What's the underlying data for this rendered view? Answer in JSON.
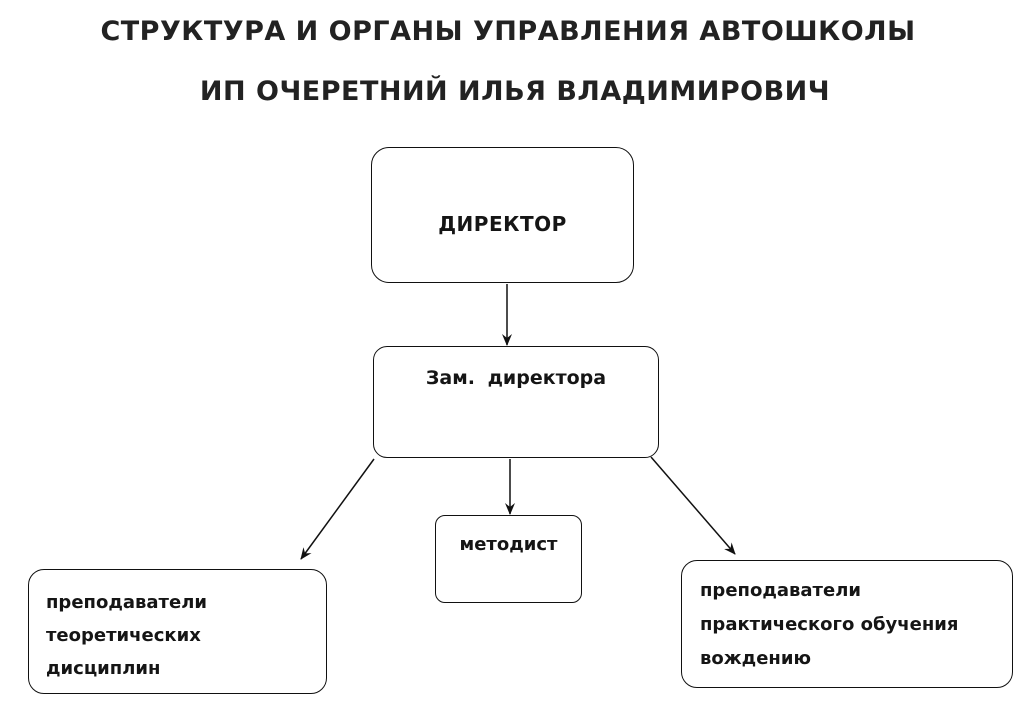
{
  "title": {
    "line1": "СТРУКТУРА И ОРГАНЫ УПРАВЛЕНИЯ АВТОШКОЛЫ",
    "line2": "ИП ОЧЕРЕТНИЙ ИЛЬЯ ВЛАДИМИРОВИЧ"
  },
  "nodes": {
    "director": "ДИРЕКТОР",
    "deputy": "Зам. директора",
    "methodist": "методист",
    "theory_teachers": [
      "преподаватели",
      "теоретических",
      "дисциплин"
    ],
    "practice_teachers": [
      "преподаватели",
      "практического обучения",
      "вождению"
    ]
  },
  "edges": [
    {
      "from": "director",
      "to": "deputy"
    },
    {
      "from": "deputy",
      "to": "theory_teachers"
    },
    {
      "from": "deputy",
      "to": "methodist"
    },
    {
      "from": "deputy",
      "to": "practice_teachers"
    }
  ]
}
